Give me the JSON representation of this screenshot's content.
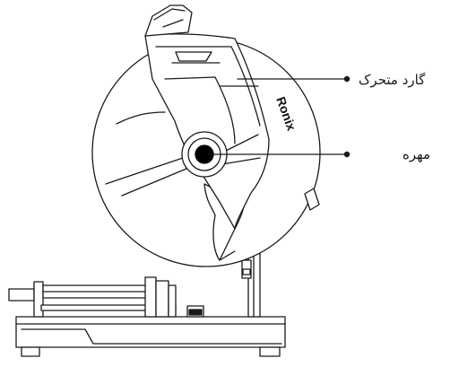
{
  "callouts": {
    "guard": "گارد متحرک",
    "nut": "مهره"
  },
  "brand": "Ronix",
  "colors": {
    "line": "#1a1a1a",
    "fill": "#ffffff",
    "nut": "#000000"
  }
}
